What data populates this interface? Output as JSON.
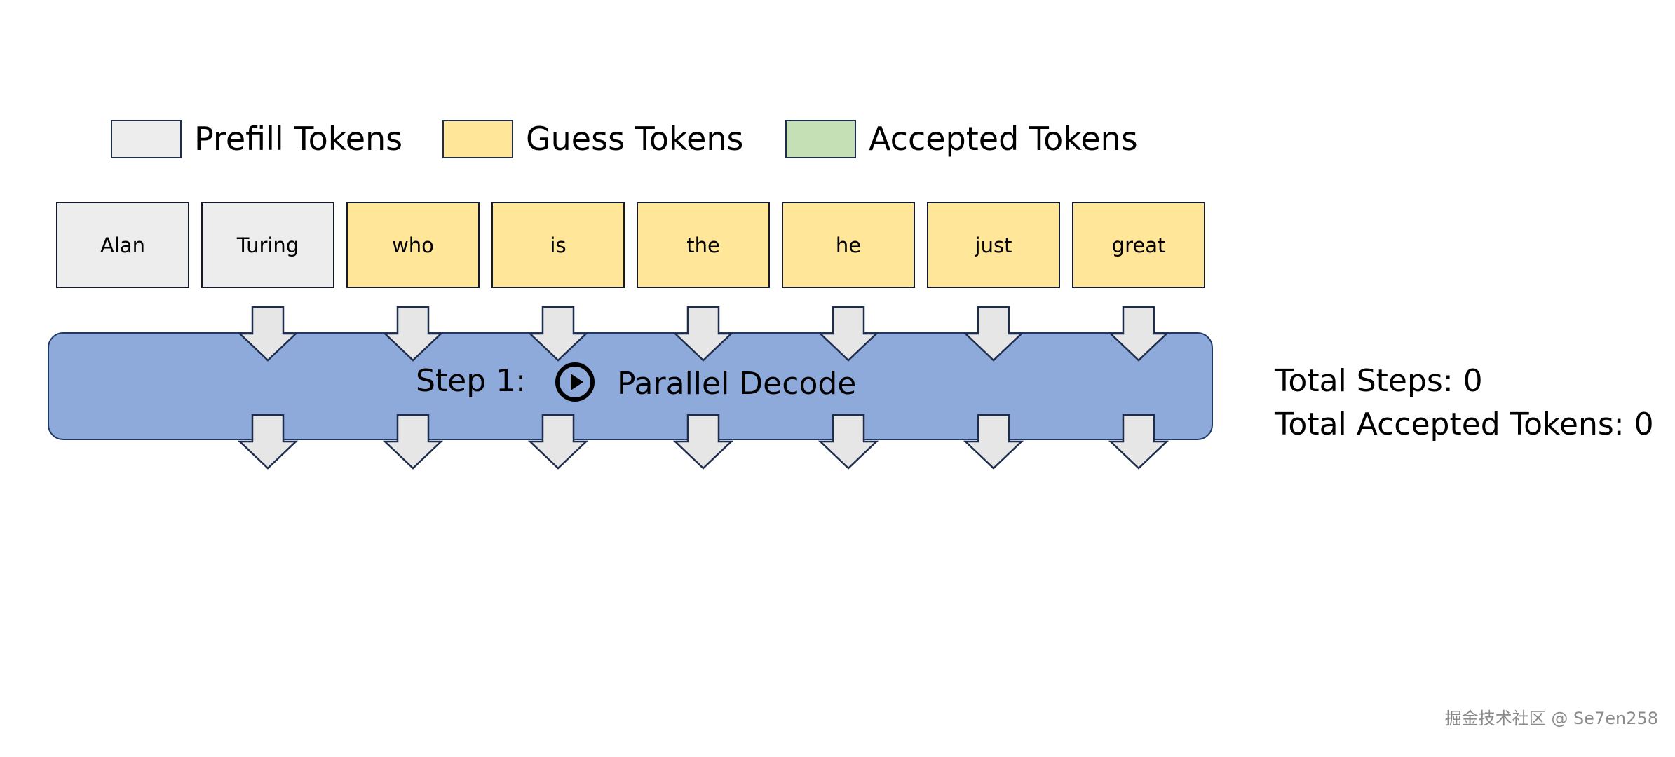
{
  "legend": [
    {
      "label": "Prefill Tokens",
      "color": "#ededed"
    },
    {
      "label": "Guess Tokens",
      "color": "#ffe699"
    },
    {
      "label": "Accepted Tokens",
      "color": "#c5e0b4"
    }
  ],
  "tokens": [
    {
      "text": "Alan",
      "kind": "prefill"
    },
    {
      "text": "Turing",
      "kind": "prefill"
    },
    {
      "text": "who",
      "kind": "guess"
    },
    {
      "text": "is",
      "kind": "guess"
    },
    {
      "text": "the",
      "kind": "guess"
    },
    {
      "text": "he",
      "kind": "guess"
    },
    {
      "text": "just",
      "kind": "guess"
    },
    {
      "text": "great",
      "kind": "guess"
    }
  ],
  "decode": {
    "step_label": "Step 1:",
    "action_label": "Parallel Decode",
    "play_icon": "play-circle-icon",
    "bar_color": "#8eaadb"
  },
  "stats": {
    "total_steps": "Total Steps: 0",
    "total_accepted": "Total Accepted Tokens: 0"
  },
  "watermark": "掘金技术社区 @ Se7en258"
}
